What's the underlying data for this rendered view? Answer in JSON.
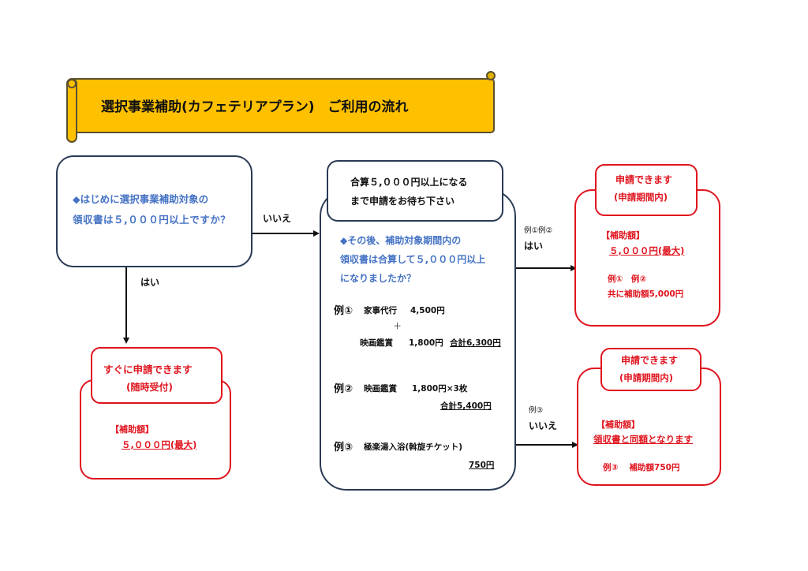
{
  "title": "選択事業補助(カフェテリアプラン)　ご利用の流れ",
  "colors": {
    "banner": "#ffc000",
    "question": "#4472c4",
    "accent_red": "#e0141e",
    "navy": "#2b3a55"
  },
  "start_box": {
    "line1": "◆はじめに選択事業補助対象の",
    "line2": "領収書は５,０００円以上ですか？"
  },
  "edges": {
    "start_no": "いいえ",
    "start_yes": "はい",
    "mid_yes_examples": "例①例②",
    "mid_yes": "はい",
    "mid_no_examples": "例③",
    "mid_no": "いいえ"
  },
  "immediate": {
    "header_line1": "すぐに申請できます",
    "header_line2": "(随時受付)",
    "amount_label": "【補助額】",
    "amount_value": "５,０００円(最大)"
  },
  "wait_box": {
    "header_line1": "合算５,０００円以上になる",
    "header_line2": "まで申請をお待ち下さい",
    "question_line1": "◆その後、補助対象期間内の",
    "question_line2": "領収書は合算して５,０００円以上",
    "question_line3": "になりましたか？",
    "examples": [
      {
        "label": "例①",
        "line1_item": "家事代行",
        "line1_price": "4,500円",
        "plus": "＋",
        "line2_item": "映画鑑賞",
        "line2_price": "1,800円",
        "total": "合計6,300円"
      },
      {
        "label": "例②",
        "line1_item": "映画鑑賞",
        "line1_price": "1,800円×3枚",
        "total": "合計5,400円"
      },
      {
        "label": "例③",
        "line1_item": "極楽湯入浴(斡旋チケット)",
        "total": "750円"
      }
    ]
  },
  "apply_yes": {
    "header_line1": "申請できます",
    "header_line2": "(申請期間内)",
    "amount_label": "【補助額】",
    "amount_value": "５,０００円(最大)",
    "note_line1": "例①　例②",
    "note_line2": "共に補助額5,000円"
  },
  "apply_no": {
    "header_line1": "申請できます",
    "header_line2": "(申請期間内)",
    "amount_label": "【補助額】",
    "amount_value": "領収書と同額となります",
    "note_line1": "例③　 補助額750円"
  }
}
